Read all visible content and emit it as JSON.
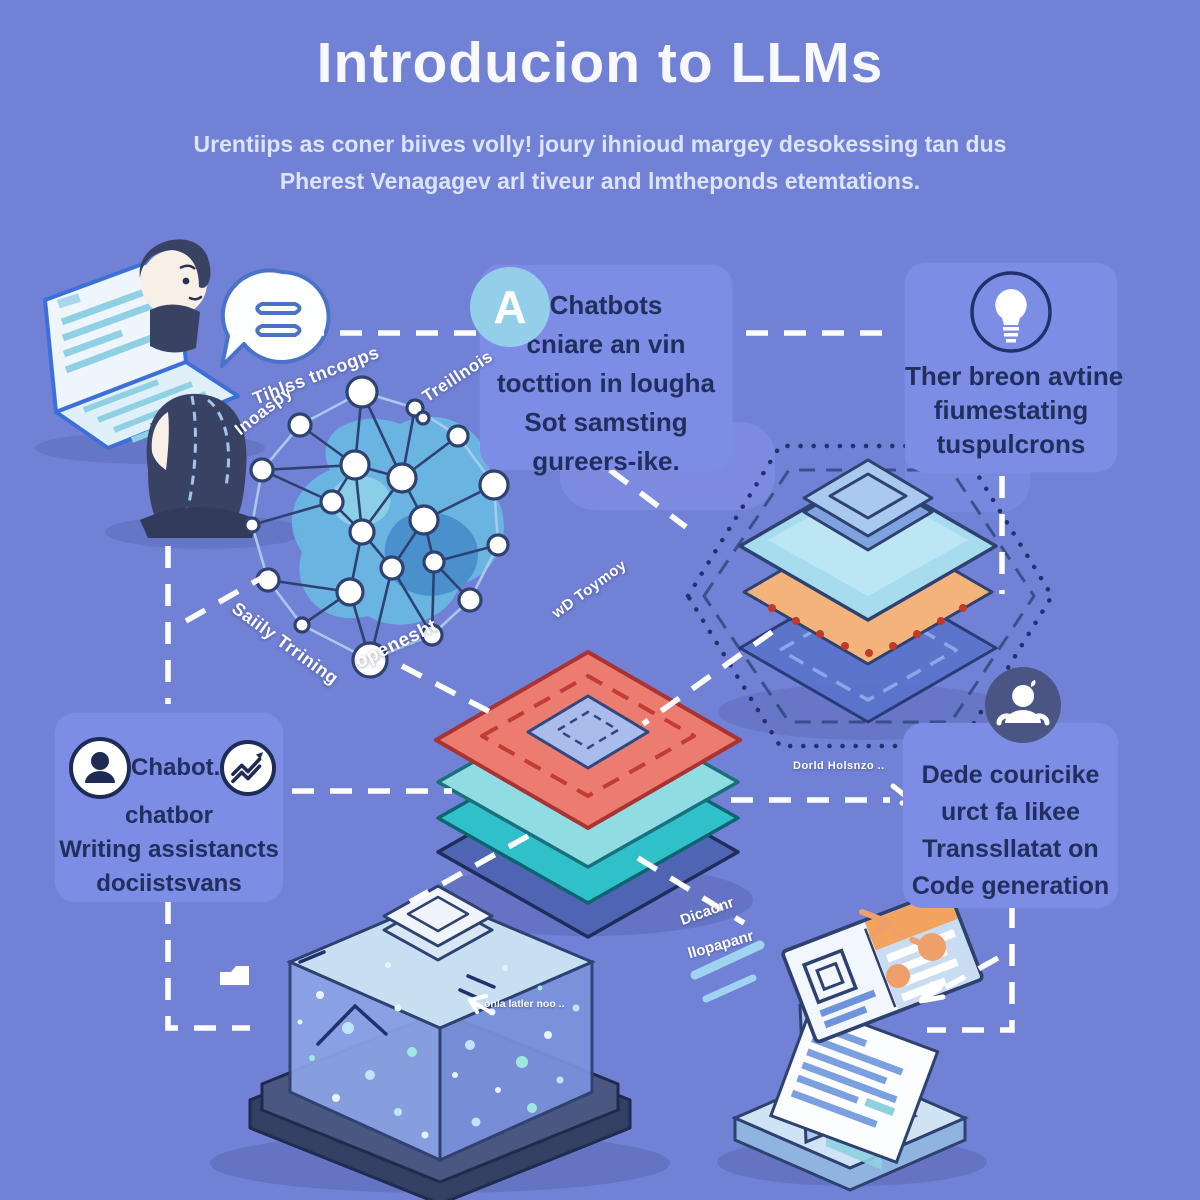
{
  "title": "Introducion to LLMs",
  "subtitle": {
    "line1": "Urentiips as coner biives volly! joury ihnioud margey desokessing tan dus",
    "line2": "Pherest Venagagev arl tiveur and lmtheponds etemtations."
  },
  "cards": {
    "chatbots": {
      "icon_letter": "A",
      "lines": [
        "Chatbots",
        "cniare an vin",
        "tocttion in lougha",
        "Sot samsting",
        "gureers-ike."
      ]
    },
    "ideas": {
      "icon": "lightbulb-icon",
      "lines": [
        "Ther breon avtine",
        "fiumestating",
        "tuspulcrons"
      ]
    },
    "assistants": {
      "icons": [
        "person-icon",
        "trend-chart-icon"
      ],
      "title_line": "Chabot.",
      "lines": [
        "chatbor",
        "Writing assistancts",
        "dociistsvans"
      ]
    },
    "usecases": {
      "icon": "people-icon",
      "lines": [
        "Dede couricike",
        "urct fa likee",
        "Transsllatat on",
        "Code generation"
      ]
    }
  },
  "network_labels": {
    "top": "Tihlss tncogps",
    "left": "Inoaspy",
    "right": "Treillnois",
    "bottom_left": "Saiily Trrining",
    "bottom_center": "openesht",
    "bottom_right": "wD Toymoy"
  },
  "float_labels": {
    "stack_note": "Dorld Holsnzo ..",
    "kiosk_note1": "Dicaonr",
    "kiosk_note2": "llopapanr",
    "cube_note": "onla latler noo .."
  },
  "colors": {
    "background": "#7181d5",
    "card": "#7d8ce4",
    "card_text": "#212f5e",
    "navy_outline": "#2e4170",
    "accent_red": "#ec7b70",
    "accent_teal": "#2fc0ca",
    "accent_teal_light": "#8fdce2",
    "accent_orange": "#f3b37a",
    "accent_lightblue": "#93cfe9",
    "connector_white": "#ffffff"
  }
}
